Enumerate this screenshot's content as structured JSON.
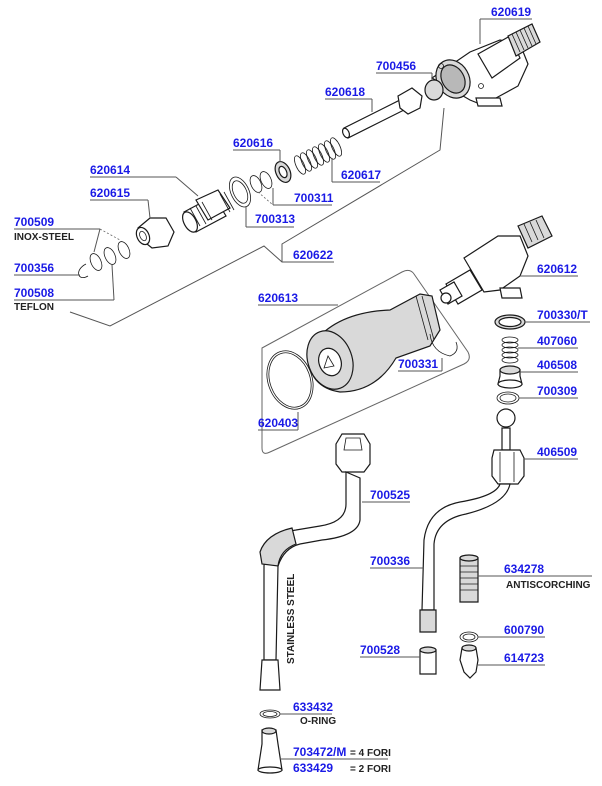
{
  "diagram": {
    "type": "exploded-parts-diagram",
    "label_color": "#1a1ae6",
    "parts": [
      {
        "code": "620619"
      },
      {
        "code": "700456"
      },
      {
        "code": "620618"
      },
      {
        "code": "620616"
      },
      {
        "code": "620617"
      },
      {
        "code": "620614"
      },
      {
        "code": "620615"
      },
      {
        "code": "700311"
      },
      {
        "code": "700313"
      },
      {
        "code": "700509",
        "note": "INOX-STEEL"
      },
      {
        "code": "700356"
      },
      {
        "code": "700508",
        "note": "TEFLON"
      },
      {
        "code": "620622"
      },
      {
        "code": "620612"
      },
      {
        "code": "620613"
      },
      {
        "code": "700330/T"
      },
      {
        "code": "407060"
      },
      {
        "code": "406508"
      },
      {
        "code": "700331"
      },
      {
        "code": "700309"
      },
      {
        "code": "620403"
      },
      {
        "code": "406509"
      },
      {
        "code": "700525"
      },
      {
        "code": "700336"
      },
      {
        "code": "634278",
        "note": "ANTISCORCHING"
      },
      {
        "code": "600790"
      },
      {
        "code": "700528"
      },
      {
        "code": "614723"
      },
      {
        "code": "633432",
        "note": "O-RING"
      },
      {
        "code": "703472/M",
        "note": "= 4 FORI"
      },
      {
        "code": "633429",
        "note": "= 2 FORI"
      }
    ],
    "vertical_note": "STAINLESS STEEL"
  }
}
